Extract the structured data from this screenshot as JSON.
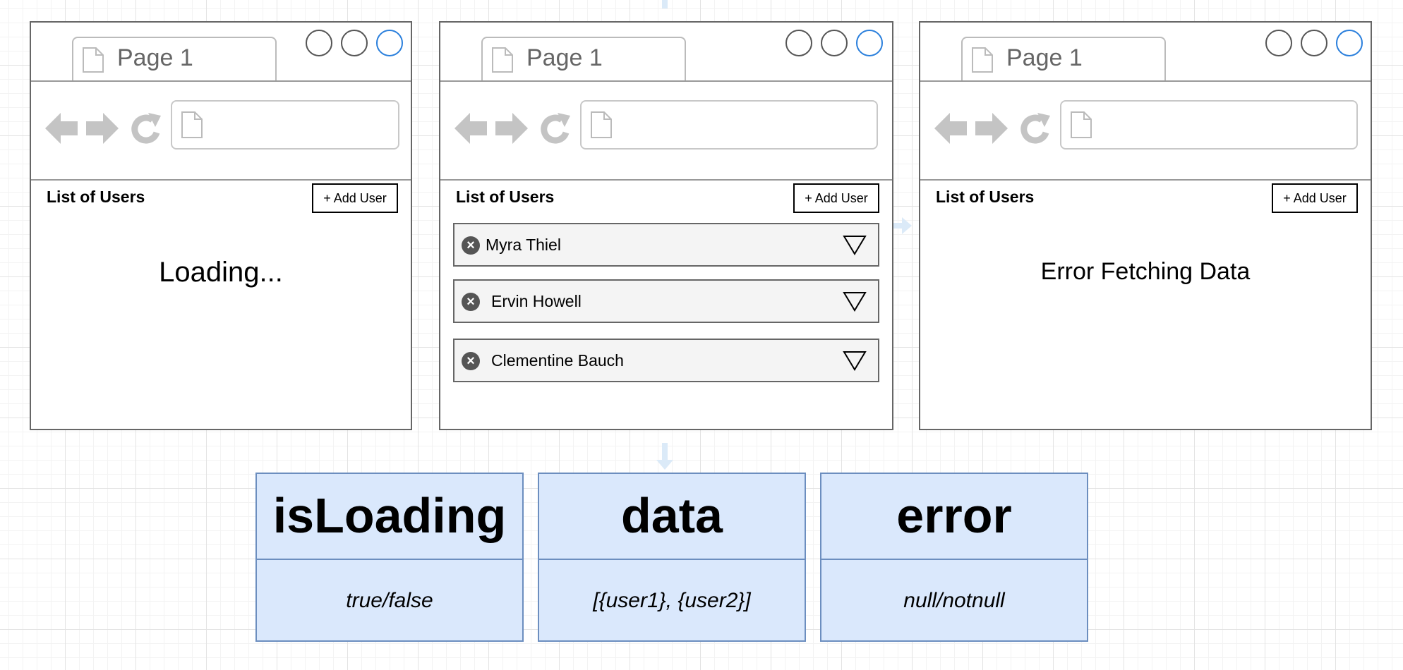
{
  "browsers": [
    {
      "tab_title": "Page 1",
      "heading": "List of Users",
      "add_button": "+ Add User",
      "message": "Loading..."
    },
    {
      "tab_title": "Page 1",
      "heading": "List of Users",
      "add_button": "+ Add User",
      "users": [
        "Myra Thiel",
        "Ervin Howell",
        "Clementine Bauch"
      ]
    },
    {
      "tab_title": "Page 1",
      "heading": "List of Users",
      "add_button": "+ Add User",
      "message": "Error Fetching Data"
    }
  ],
  "state_boxes": [
    {
      "name": "isLoading",
      "value": "true/false"
    },
    {
      "name": "data",
      "value": "[{user1}, {user2}]"
    },
    {
      "name": "error",
      "value": "null/notnull"
    }
  ],
  "colors": {
    "state_fill": "#dae8fc",
    "state_border": "#6c8ebf",
    "window_border": "#666666",
    "active_circle": "#2a7fdc",
    "connector": "#dbeaf8"
  },
  "icons": [
    "document-icon",
    "back-arrow-icon",
    "forward-arrow-icon",
    "reload-icon",
    "remove-icon",
    "dropdown-triangle-icon"
  ]
}
